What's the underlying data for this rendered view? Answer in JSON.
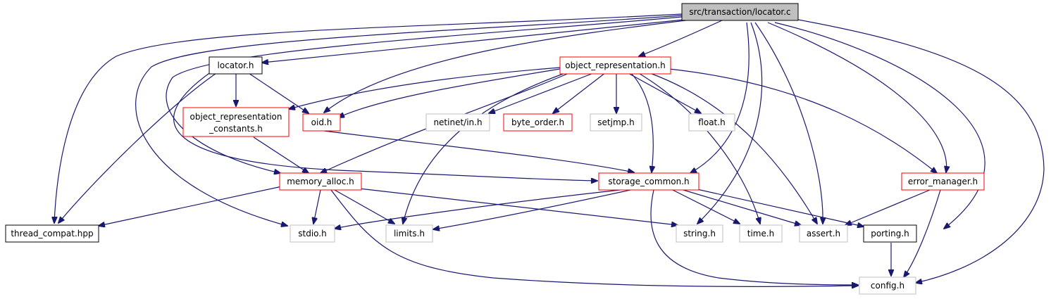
{
  "colors": {
    "edge": "#191970",
    "root_fill": "#bfbfbf",
    "border_black": "#000000",
    "border_red": "#ff0000",
    "border_gray": "#bfbfbf"
  },
  "nodes": {
    "locator_c": {
      "label": "src/transaction/locator.c"
    },
    "locator_h": {
      "label": "locator.h"
    },
    "object_representation_h": {
      "label": "object_representation.h"
    },
    "object_representation_constants_h": {
      "line1": "object_representation",
      "line2": "_constants.h"
    },
    "oid_h": {
      "label": "oid.h"
    },
    "netinet_in_h": {
      "label": "netinet/in.h"
    },
    "byte_order_h": {
      "label": "byte_order.h"
    },
    "setjmp_h": {
      "label": "setjmp.h"
    },
    "float_h": {
      "label": "float.h"
    },
    "memory_alloc_h": {
      "label": "memory_alloc.h"
    },
    "storage_common_h": {
      "label": "storage_common.h"
    },
    "error_manager_h": {
      "label": "error_manager.h"
    },
    "thread_compat_hpp": {
      "label": "thread_compat.hpp"
    },
    "stdio_h": {
      "label": "stdio.h"
    },
    "limits_h": {
      "label": "limits.h"
    },
    "string_h": {
      "label": "string.h"
    },
    "time_h": {
      "label": "time.h"
    },
    "assert_h": {
      "label": "assert.h"
    },
    "porting_h": {
      "label": "porting.h"
    },
    "config_h": {
      "label": "config.h"
    }
  }
}
